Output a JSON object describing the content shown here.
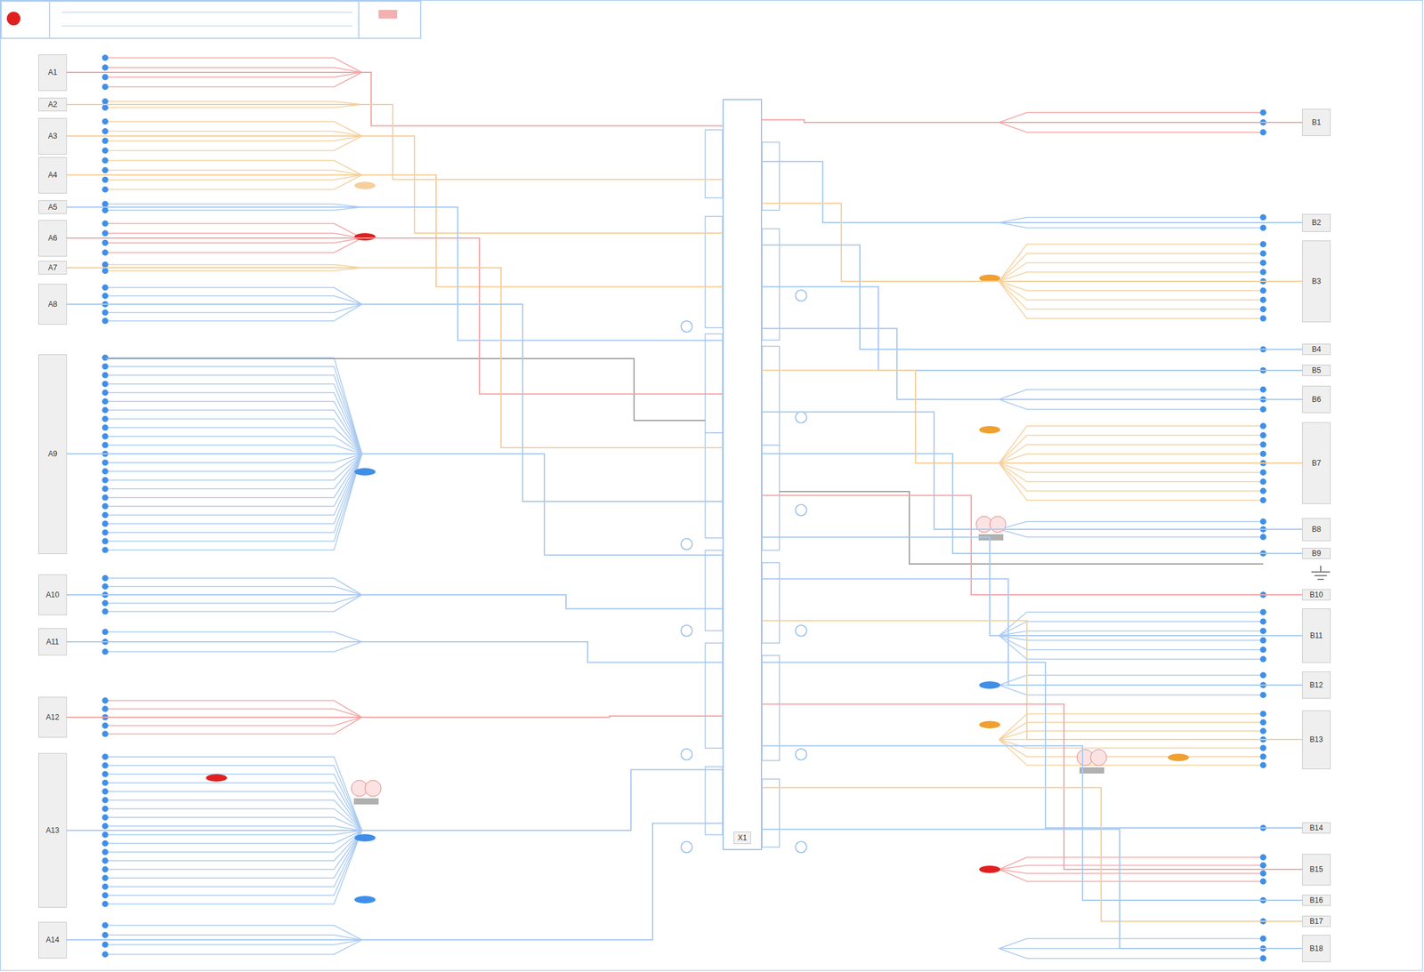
{
  "diagram": {
    "nodes": [
      {
        "text": [
          "X1"
        ]
      },
      {
        "text": [
          "A1"
        ]
      },
      {
        "text": [
          "A2"
        ]
      },
      {
        "text": [
          "A3"
        ]
      },
      {
        "text": [
          "A4"
        ]
      },
      {
        "text": [
          "A5"
        ]
      },
      {
        "text": [
          "A6"
        ]
      },
      {
        "text": [
          "A7"
        ]
      },
      {
        "text": [
          "A8"
        ]
      },
      {
        "text": [
          "A9"
        ]
      },
      {
        "text": [
          "A10"
        ]
      },
      {
        "text": [
          "A11"
        ]
      },
      {
        "text": [
          "A12"
        ]
      },
      {
        "text": [
          "A13"
        ]
      },
      {
        "text": [
          "A14"
        ]
      },
      {
        "text": [
          "B1"
        ]
      },
      {
        "text": [
          "B2"
        ]
      },
      {
        "text": [
          "B3"
        ]
      },
      {
        "text": [
          "B4"
        ]
      },
      {
        "text": [
          "B5"
        ]
      },
      {
        "text": [
          "B6"
        ]
      },
      {
        "text": [
          "B7"
        ]
      },
      {
        "text": [
          "B8"
        ]
      },
      {
        "text": [
          "B9"
        ]
      },
      {
        "text": [
          "B10"
        ]
      },
      {
        "text": [
          "B11"
        ]
      },
      {
        "text": [
          "B12"
        ]
      },
      {
        "text": [
          "B13"
        ]
      },
      {
        "text": [
          "B14"
        ]
      },
      {
        "text": [
          "B15"
        ]
      },
      {
        "text": [
          "B16"
        ]
      },
      {
        "text": [
          "B17"
        ]
      },
      {
        "text": [
          "B18"
        ]
      }
    ],
    "edges": [
      {
        "from": 1,
        "to": 0,
        "arrow": "none"
      },
      {
        "from": 2,
        "to": 0,
        "arrow": "none"
      },
      {
        "from": 3,
        "to": 0,
        "arrow": "none"
      },
      {
        "from": 4,
        "to": 0,
        "arrow": "none"
      },
      {
        "from": 5,
        "to": 0,
        "arrow": "none"
      },
      {
        "from": 6,
        "to": 0,
        "arrow": "none"
      },
      {
        "from": 7,
        "to": 0,
        "arrow": "none"
      },
      {
        "from": 8,
        "to": 0,
        "arrow": "none"
      },
      {
        "from": 9,
        "to": 0,
        "arrow": "none"
      },
      {
        "from": 10,
        "to": 0,
        "arrow": "none"
      },
      {
        "from": 11,
        "to": 0,
        "arrow": "none"
      },
      {
        "from": 12,
        "to": 0,
        "arrow": "none"
      },
      {
        "from": 13,
        "to": 0,
        "arrow": "none"
      },
      {
        "from": 14,
        "to": 0,
        "arrow": "none"
      },
      {
        "from": 0,
        "to": 15,
        "arrow": "none"
      },
      {
        "from": 0,
        "to": 16,
        "arrow": "none"
      },
      {
        "from": 0,
        "to": 17,
        "arrow": "none"
      },
      {
        "from": 0,
        "to": 18,
        "arrow": "none"
      },
      {
        "from": 0,
        "to": 19,
        "arrow": "none"
      },
      {
        "from": 0,
        "to": 20,
        "arrow": "none"
      },
      {
        "from": 0,
        "to": 21,
        "arrow": "none"
      },
      {
        "from": 0,
        "to": 22,
        "arrow": "none"
      },
      {
        "from": 0,
        "to": 23,
        "arrow": "none"
      },
      {
        "from": 0,
        "to": 24,
        "arrow": "none"
      },
      {
        "from": 0,
        "to": 25,
        "arrow": "none"
      },
      {
        "from": 0,
        "to": 26,
        "arrow": "none"
      },
      {
        "from": 0,
        "to": 27,
        "arrow": "none"
      },
      {
        "from": 0,
        "to": 28,
        "arrow": "none"
      },
      {
        "from": 0,
        "to": 29,
        "arrow": "none"
      },
      {
        "from": 0,
        "to": 30,
        "arrow": "none"
      },
      {
        "from": 0,
        "to": 31,
        "arrow": "none"
      },
      {
        "from": 0,
        "to": 32,
        "arrow": "none"
      }
    ]
  }
}
